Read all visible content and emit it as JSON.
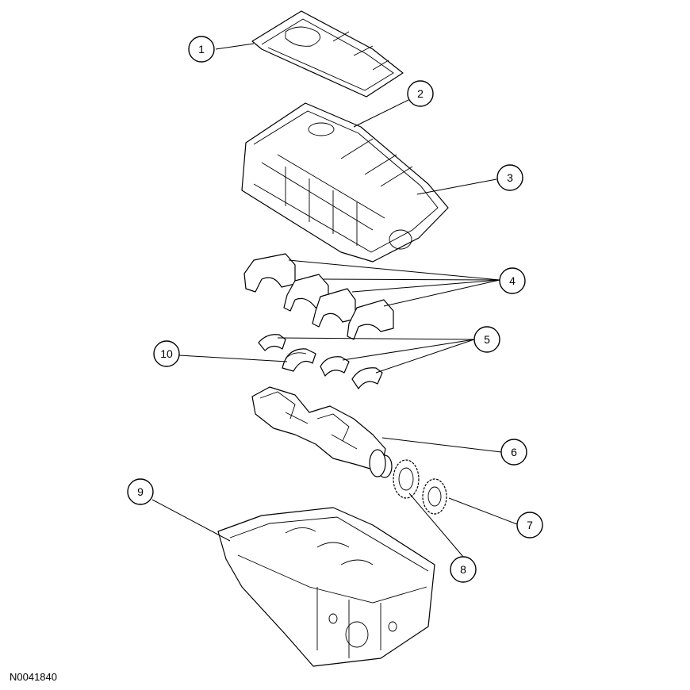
{
  "figure_id": "N0041840",
  "callouts": [
    {
      "label": "1"
    },
    {
      "label": "2"
    },
    {
      "label": "3"
    },
    {
      "label": "4"
    },
    {
      "label": "5"
    },
    {
      "label": "6"
    },
    {
      "label": "7"
    },
    {
      "label": "8"
    },
    {
      "label": "9"
    },
    {
      "label": "10"
    }
  ]
}
